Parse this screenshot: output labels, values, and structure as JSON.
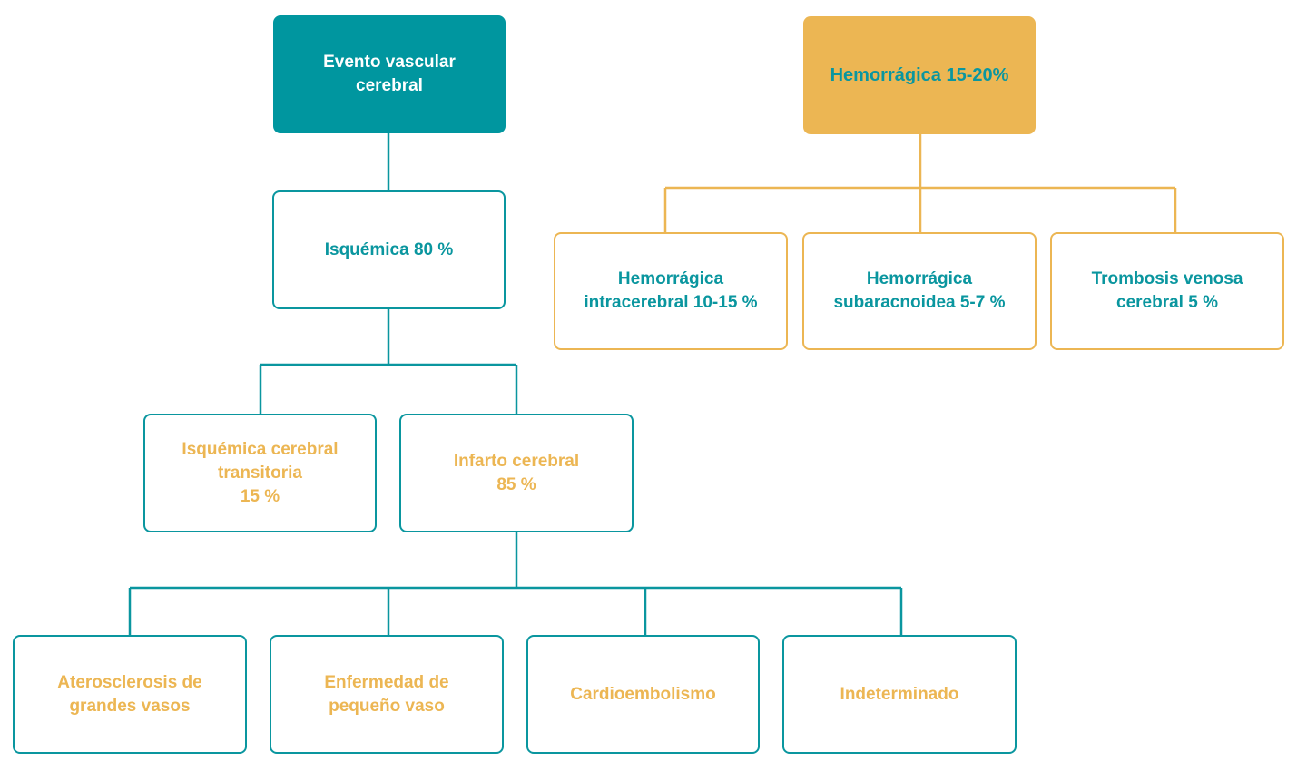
{
  "root": {
    "label": "Evento vascular\ncerebral"
  },
  "hemorrhagic": {
    "label": "Hemorrágica 15-20%",
    "children": [
      {
        "label": "Hemorrágica\nintracerebral 10-15 %"
      },
      {
        "label": "Hemorrágica\nsubaracnoidea 5-7 %"
      },
      {
        "label": "Trombosis venosa\ncerebral 5 %"
      }
    ]
  },
  "ischemic": {
    "label": "Isquémica 80 %",
    "children": [
      {
        "label": "Isquémica cerebral\ntransitoria\n15 %"
      },
      {
        "label": "Infarto cerebral\n85 %"
      }
    ]
  },
  "infarct_types": [
    {
      "label": "Aterosclerosis de\ngrandes vasos"
    },
    {
      "label": "Enfermedad de\npequeño vaso"
    },
    {
      "label": "Cardioembolismo"
    },
    {
      "label": "Indeterminado"
    }
  ],
  "colors": {
    "teal": "#0a969f",
    "gold": "#ecb653",
    "white": "#ffffff"
  }
}
